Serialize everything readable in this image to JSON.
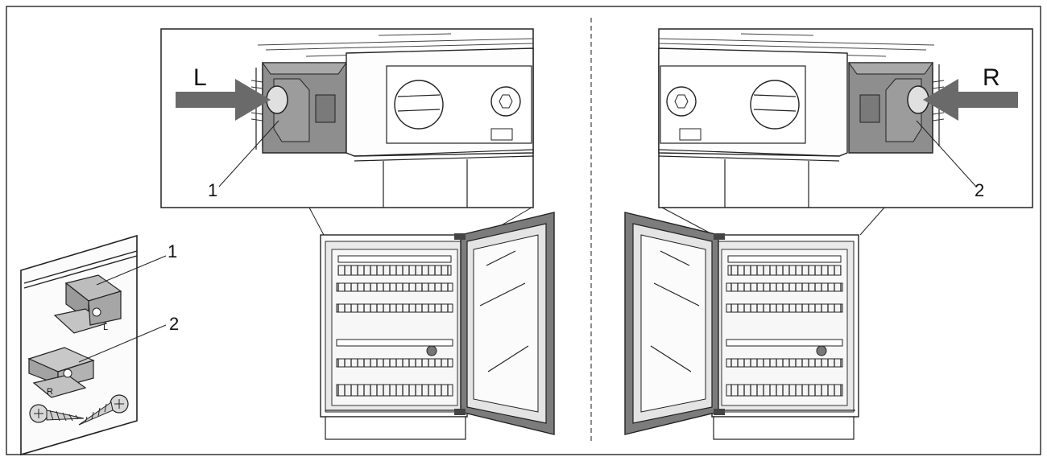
{
  "bag": {
    "callout_1": "1",
    "callout_2": "2",
    "clip_l_mark": "L",
    "clip_r_mark": "R"
  },
  "left_detail": {
    "arrow_label": "L",
    "callout": "1"
  },
  "right_detail": {
    "arrow_label": "R",
    "callout": "2"
  },
  "colors": {
    "clip_gray": "#8e8e8e",
    "arrow_gray": "#6a6a6a",
    "line": "#222222"
  }
}
